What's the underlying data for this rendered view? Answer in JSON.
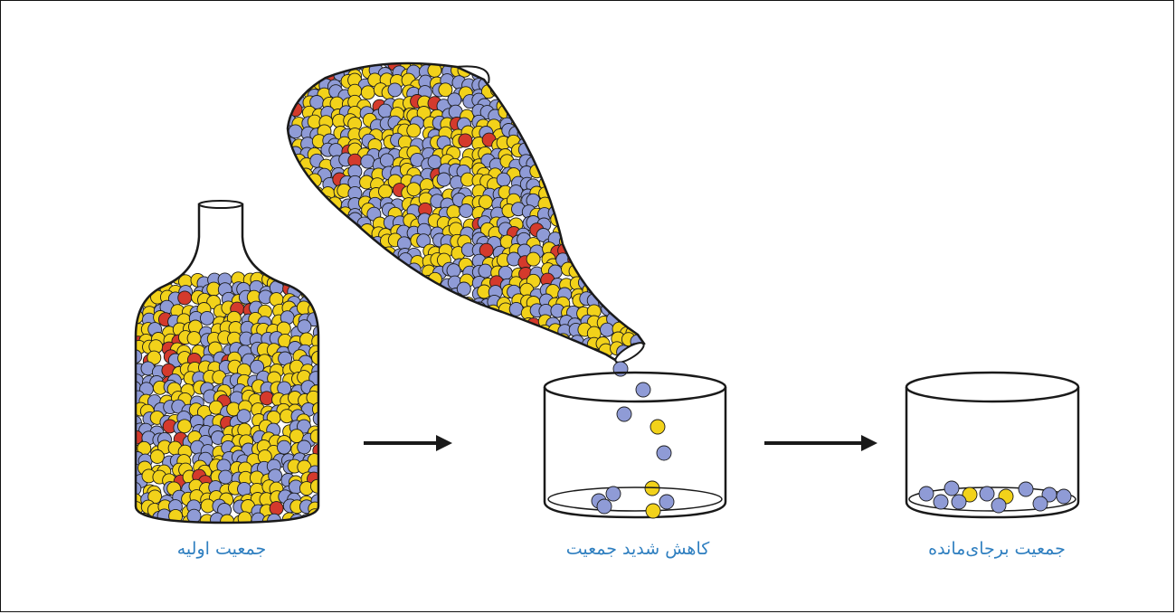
{
  "captions": {
    "initial_population": "جمعیت اولیه",
    "population_reduction": "کاهش شدید جمعیت",
    "remaining_population": "جمعیت برجای‌مانده"
  },
  "colors": {
    "yellow": "#f2d21a",
    "blue": "#8f9bd6",
    "red": "#d43a2c",
    "outline": "#1a1a1a",
    "caption": "#2f7fc0"
  }
}
